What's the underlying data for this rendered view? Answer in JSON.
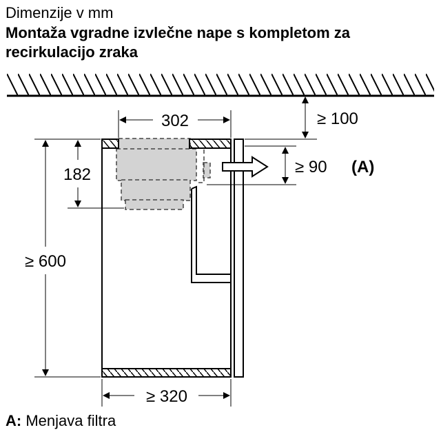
{
  "header": {
    "subtitle": "Dimenzije v mm",
    "title": "Montaža vgradne izvlečne nape s kompletom za recirkulacijo zraka"
  },
  "dimensions": {
    "top_width": "302",
    "ceiling_gap": "≥ 100",
    "hood_height": "182",
    "outlet_height": "≥ 90",
    "outlet_marker": "(A)",
    "cabinet_height": "≥ 600",
    "cabinet_width": "≥ 320"
  },
  "legend": {
    "key": "A:",
    "text": "Menjava filtra"
  }
}
